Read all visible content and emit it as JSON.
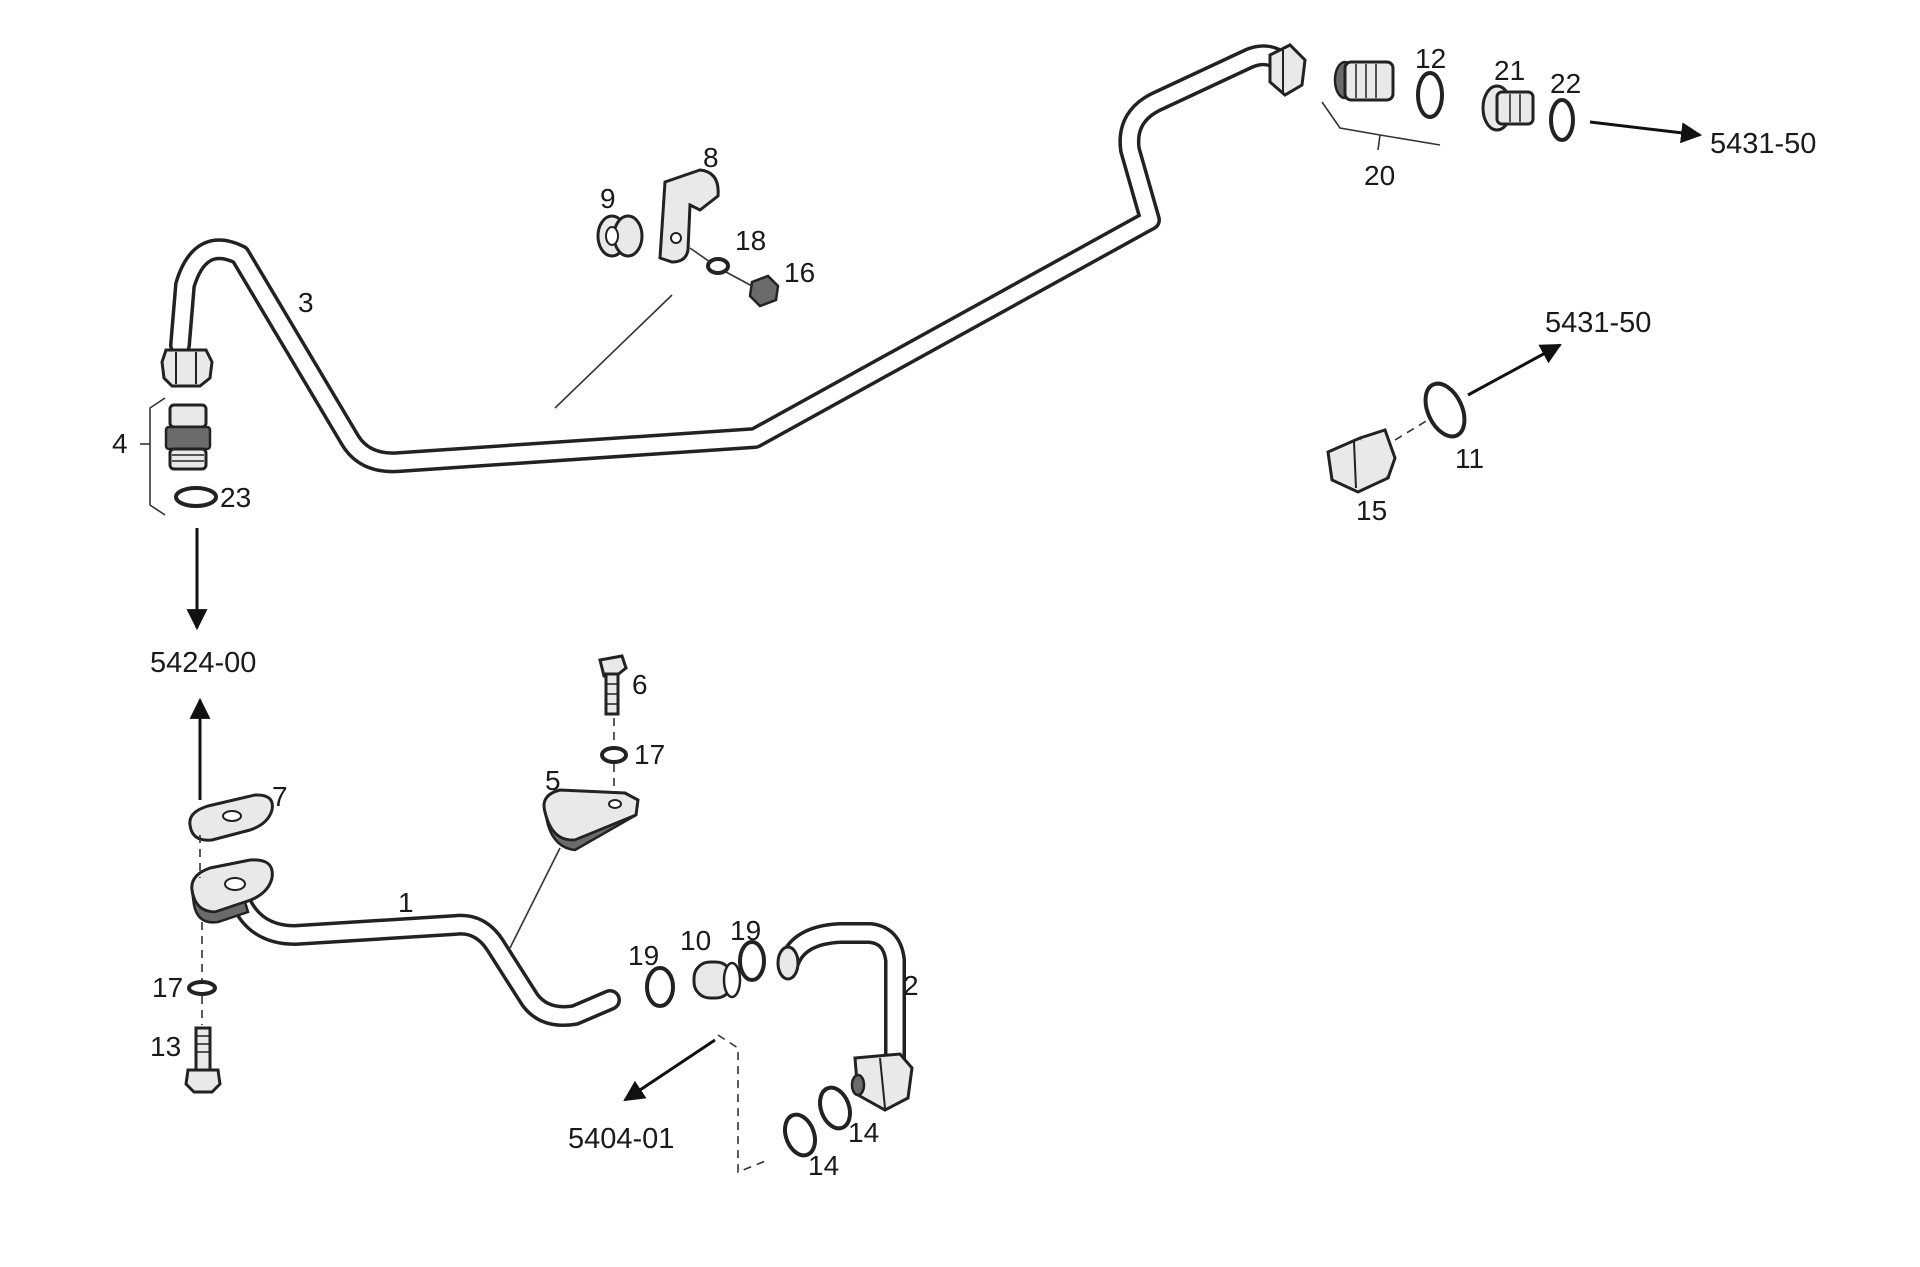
{
  "callouts": {
    "c1": "1",
    "c2": "2",
    "c3": "3",
    "c4": "4",
    "c5": "5",
    "c6": "6",
    "c7": "7",
    "c8": "8",
    "c9": "9",
    "c10": "10",
    "c11": "11",
    "c12": "12",
    "c13": "13",
    "c14a": "14",
    "c14b": "14",
    "c15": "15",
    "c16": "16",
    "c17a": "17",
    "c17b": "17",
    "c18": "18",
    "c19a": "19",
    "c19b": "19",
    "c20": "20",
    "c21": "21",
    "c22": "22",
    "c23": "23"
  },
  "references": {
    "r5424": "5424-00",
    "r5431a": "5431-50",
    "r5431b": "5431-50",
    "r5404": "5404-01"
  },
  "colors": {
    "line": "#222222",
    "fill": "#e9e9e9",
    "background": "#ffffff"
  }
}
